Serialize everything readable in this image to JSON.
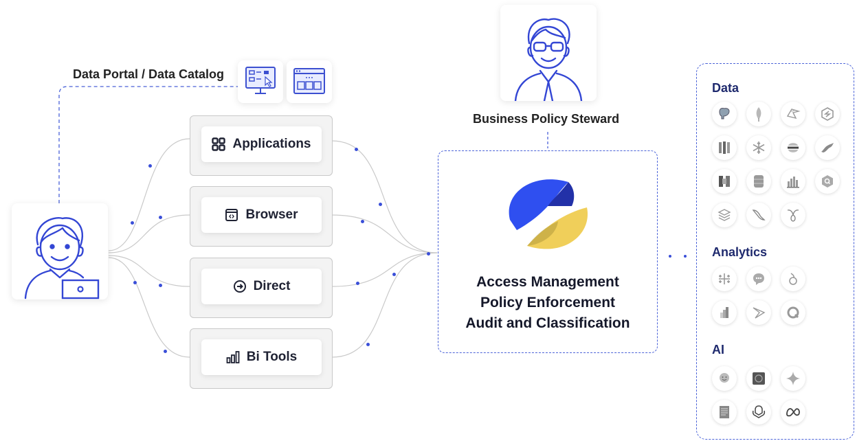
{
  "labels": {
    "data_portal": "Data Portal / Data Catalog",
    "business_steward": "Business Policy Steward"
  },
  "access_methods": [
    {
      "label": "Applications",
      "icon": "grid-icon"
    },
    {
      "label": "Browser",
      "icon": "browser-window-icon"
    },
    {
      "label": "Direct",
      "icon": "arrow-circle-icon"
    },
    {
      "label": "Bi Tools",
      "icon": "bar-chart-icon"
    }
  ],
  "center": {
    "lines": [
      "Access Management",
      "Policy Enforcement",
      "Audit and Classification"
    ]
  },
  "sections": {
    "data": "Data",
    "analytics": "Analytics",
    "ai": "AI"
  },
  "data_logos": [
    "postgresql-icon",
    "mongodb-icon",
    "spark-icon",
    "singlestore-icon",
    "redshift-icon",
    "snowflake-icon",
    "elastic-icon",
    "mariadb-icon",
    "aws-s3-icon",
    "dynamodb-icon",
    "databricks-icon",
    "bigquery-icon",
    "stack-layers-icon",
    "mysql-dolphin-icon",
    "cockroachdb-icon"
  ],
  "analytics_logos": [
    "tableau-icon",
    "looker-icon",
    "sisense-icon",
    "power-bi-icon",
    "sigma-icon",
    "qlik-icon"
  ],
  "ai_logos": [
    "hugging-face-icon",
    "chatgpt-image-icon",
    "gemini-sparkle-icon",
    "document-ai-icon",
    "openai-icon",
    "meta-icon"
  ],
  "colors": {
    "accent_blue": "#2f4ff0",
    "accent_yellow": "#f0cf5a",
    "dashed_border": "#4a62d8",
    "icon_blue": "#3b4fd0"
  }
}
